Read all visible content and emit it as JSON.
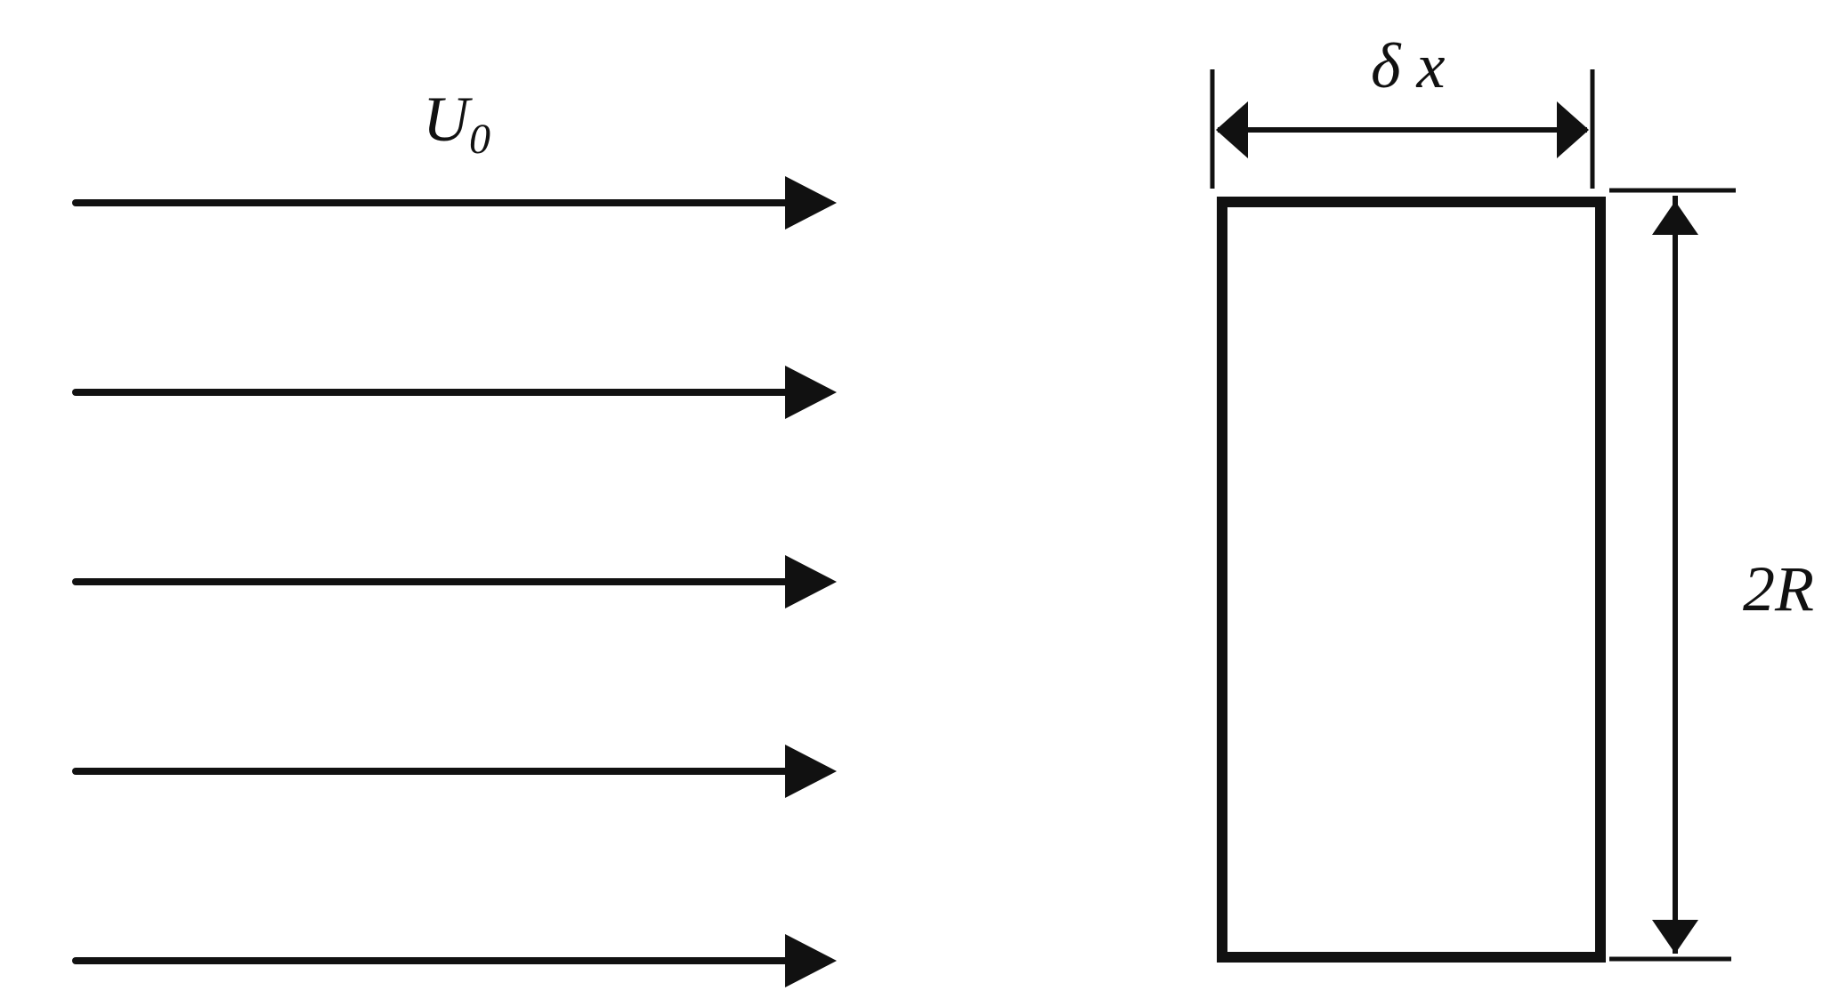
{
  "diagram": {
    "flow_label": "U",
    "flow_label_subscript": "0",
    "width_label": "δ x",
    "height_label": "2R",
    "flow_arrow_count": 5,
    "colors": {
      "background": "#ffffff",
      "ink": "#111111"
    }
  }
}
